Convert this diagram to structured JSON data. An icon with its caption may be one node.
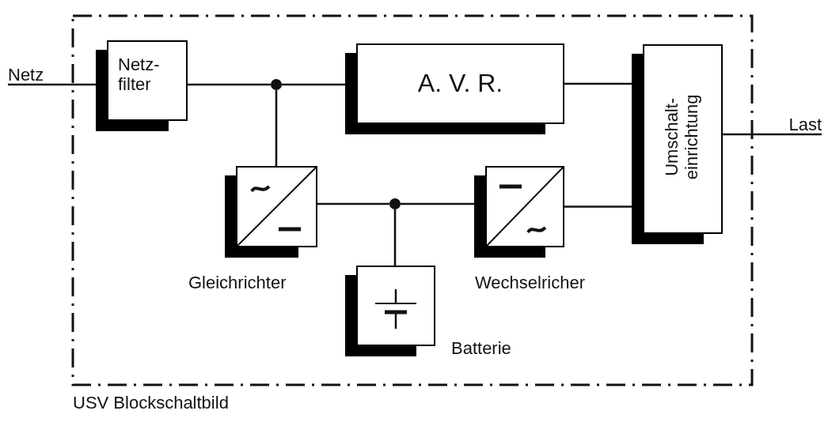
{
  "diagram": {
    "caption": "USV Blockschaltbild",
    "nodes": [
      {
        "text": [
          "Netz"
        ]
      },
      {
        "text": [
          "Netz- filter"
        ]
      },
      {
        "text": [],
        "shape": "circle"
      },
      {
        "text": [
          "A. V. R."
        ]
      },
      {
        "text": [],
        "shape": "box",
        "beside": [
          "Gleichrichter"
        ]
      },
      {
        "text": [],
        "shape": "circle"
      },
      {
        "text": [],
        "shape": "box",
        "beside": [
          "Wechselricher"
        ]
      },
      {
        "text": [],
        "shape": "box",
        "beside": [
          "Batterie"
        ]
      },
      {
        "text": [
          "Umschalt- einrichtung"
        ]
      },
      {
        "text": [
          "Last"
        ]
      }
    ],
    "edges": [
      {
        "from": 0,
        "to": 1,
        "arrow": "none"
      },
      {
        "from": 1,
        "to": 2,
        "arrow": "none"
      },
      {
        "from": 2,
        "to": 3,
        "arrow": "none"
      },
      {
        "from": 2,
        "to": 4,
        "arrow": "none"
      },
      {
        "from": 3,
        "to": 8,
        "arrow": "none"
      },
      {
        "from": 4,
        "to": 5,
        "arrow": "none"
      },
      {
        "from": 5,
        "to": 7,
        "arrow": "none"
      },
      {
        "from": 5,
        "to": 6,
        "arrow": "none"
      },
      {
        "from": 6,
        "to": 8,
        "arrow": "none"
      },
      {
        "from": 8,
        "to": 9,
        "arrow": "none"
      }
    ]
  }
}
